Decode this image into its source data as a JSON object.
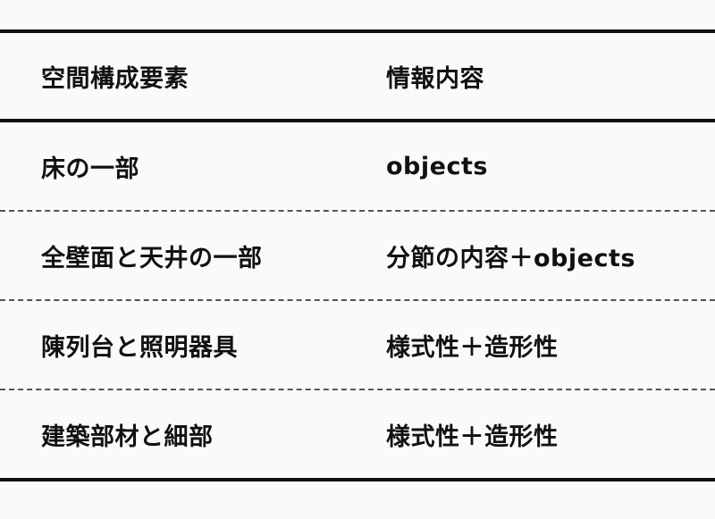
{
  "table": {
    "headers": [
      "空間構成要素",
      "情報内容"
    ],
    "rows": [
      [
        "床の一部",
        "objects"
      ],
      [
        "全壁面と天井の一部",
        "分節の内容＋objects"
      ],
      [
        "陳列台と照明器具",
        "様式性＋造形性"
      ],
      [
        "建築部材と細部",
        "様式性＋造形性"
      ]
    ]
  }
}
